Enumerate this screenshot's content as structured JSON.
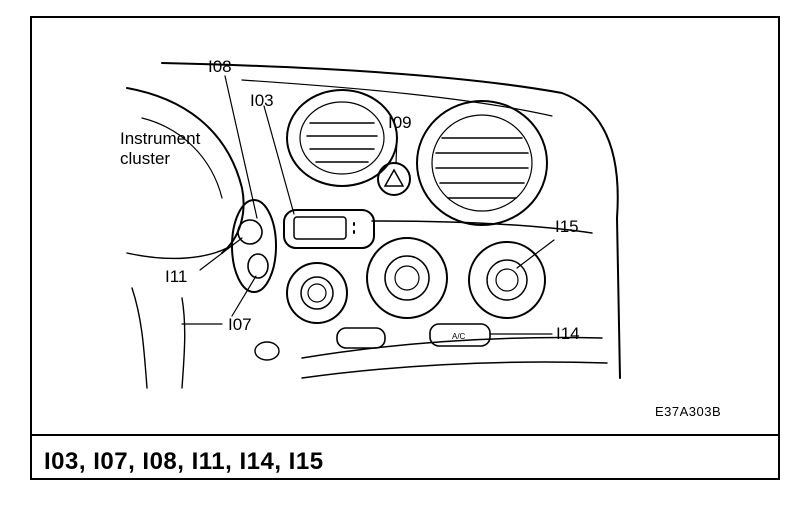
{
  "diagram": {
    "labels": {
      "instrument_cluster_line1": "Instrument",
      "instrument_cluster_line2": "cluster",
      "i08": "I08",
      "i03": "I03",
      "i09": "I09",
      "i15": "I15",
      "i11": "I11",
      "i07": "I07",
      "i14": "I14"
    },
    "ac_switch_text": "A/C"
  },
  "reference_code": "E37A303B",
  "caption": "I03, I07, I08, I11, I14, I15"
}
